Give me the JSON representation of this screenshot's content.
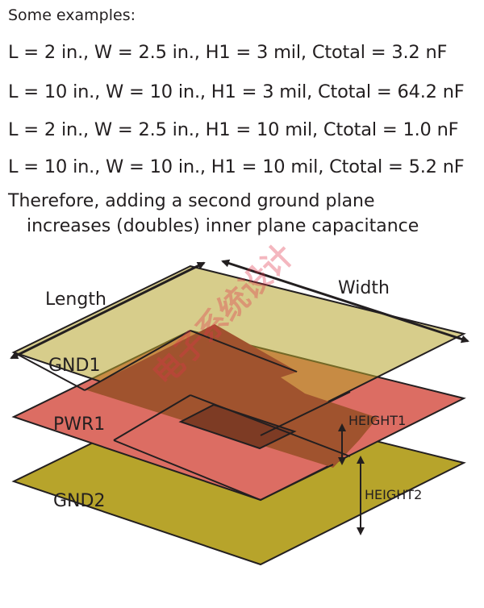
{
  "intro": "Some examples:",
  "examples": [
    "L = 2 in., W = 2.5 in., H1 = 3 mil, Ctotal = 3.2 nF",
    "L = 10 in., W = 10 in., H1 = 3 mil, Ctotal = 64.2 nF",
    "L = 2 in., W = 2.5 in., H1 = 10 mil, Ctotal = 1.0 nF",
    "L = 10 in., W = 10 in., H1 = 10 mil, Ctotal = 5.2 nF"
  ],
  "conclusion": {
    "line1": "Therefore, adding a second ground plane",
    "line2": "increases (doubles) inner plane capacitance"
  },
  "diagram": {
    "length_label": "Length",
    "width_label": "Width",
    "layers": {
      "gnd1": "GND1",
      "pwr1": "PWR1",
      "gnd2": "GND2"
    },
    "height1_label": "HEIGHT1",
    "height2_label": "HEIGHT2",
    "colors": {
      "ground_plane": "#b7a42b",
      "power_plane": "#dc6d63",
      "overlap": "#a0532e",
      "center_overlap": "#7d3b24",
      "outline": "#231f20"
    }
  },
  "watermark": "电子系统设计"
}
